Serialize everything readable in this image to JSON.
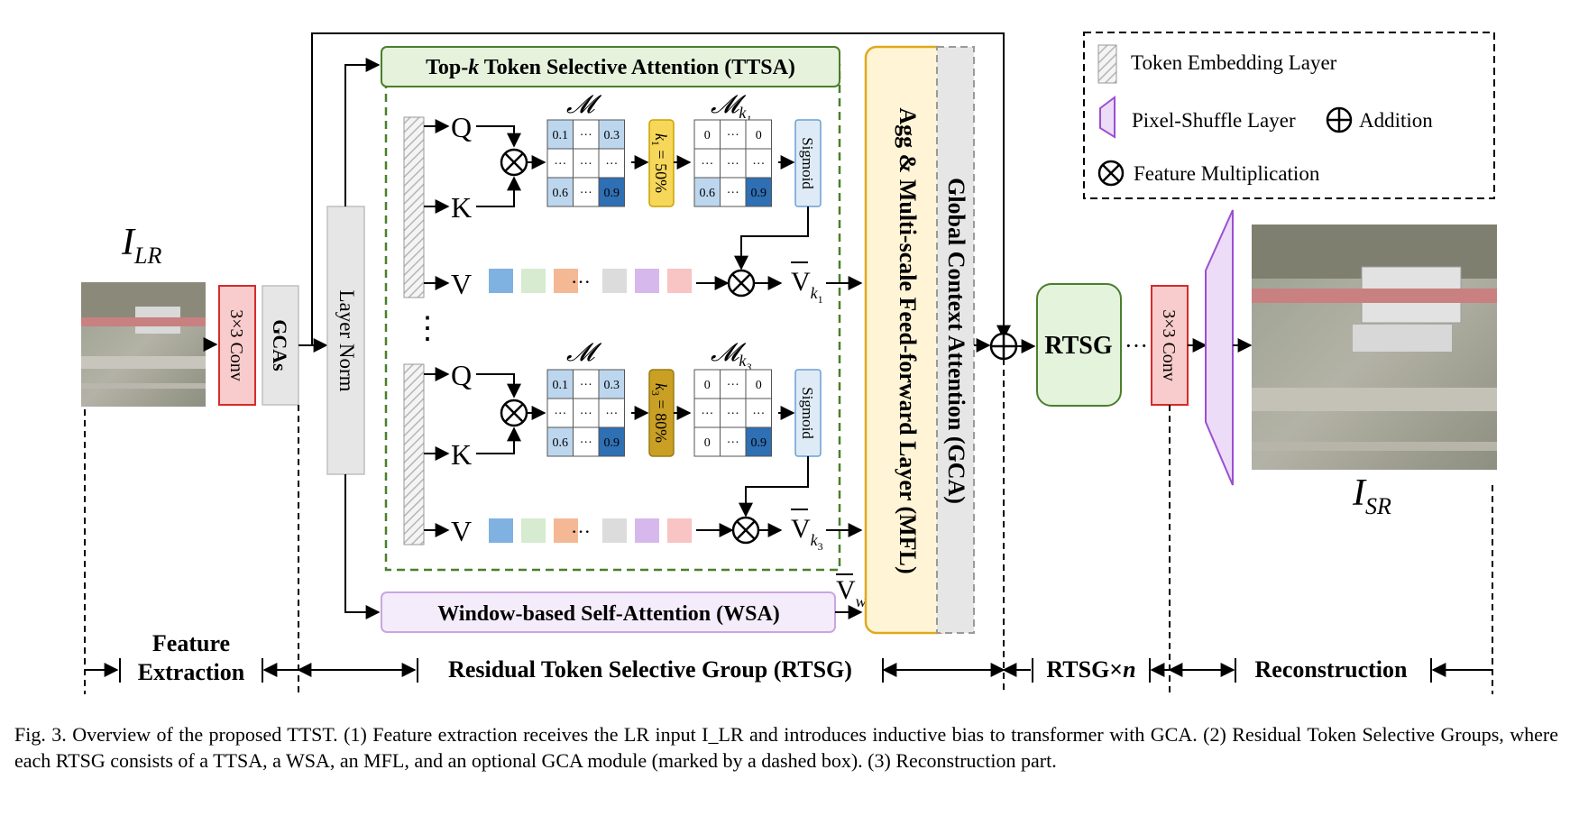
{
  "figure": {
    "input_label": "I",
    "input_sub": "LR",
    "output_label": "I",
    "output_sub": "SR",
    "conv_label": "3×3 Conv",
    "gcas_label": "GCAs",
    "layer_norm_label": "Layer Norm",
    "ttsa_title_pre": "Top-",
    "ttsa_title_k": "k",
    "ttsa_title_post": " Token Selective Attention (TTSA)",
    "wsa_title": "Window-based Self-Attention (WSA)",
    "mfl_label": "Agg & Multi-scale Feed-forward Layer (MFL)",
    "gca_label": "Global Context Attention (GCA)",
    "rtsg_block_label": "RTSG",
    "q_label": "Q",
    "k_label": "K",
    "v_label": "V",
    "sigmoid_label": "Sigmoid",
    "vertical_dots": "⋮",
    "ellipsis": "···",
    "vw_sub": "w",
    "branches": [
      {
        "m_label": "𝓜",
        "mk_sub": "k",
        "mk_subsub": "1",
        "k_tag": "k",
        "k_tag_sub": "1",
        "k_tag_value": " = 50%",
        "m_cells": [
          "0.1",
          "···",
          "0.3",
          "···",
          "···",
          "···",
          "0.6",
          "···",
          "0.9"
        ],
        "mk_cells": [
          "0",
          "···",
          "0",
          "···",
          "···",
          "···",
          "0.6",
          "···",
          "0.9"
        ],
        "vk_sub": "k",
        "vk_subsub": "1"
      },
      {
        "m_label": "𝓜",
        "mk_sub": "k",
        "mk_subsub": "3",
        "k_tag": "k",
        "k_tag_sub": "3",
        "k_tag_value": " = 80%",
        "m_cells": [
          "0.1",
          "···",
          "0.3",
          "···",
          "···",
          "···",
          "0.6",
          "···",
          "0.9"
        ],
        "mk_cells": [
          "0",
          "···",
          "0",
          "···",
          "···",
          "···",
          "0",
          "···",
          "0.9"
        ],
        "vk_sub": "k",
        "vk_subsub": "3"
      }
    ],
    "legend": {
      "token_embedding": "Token Embedding Layer",
      "pixel_shuffle": "Pixel-Shuffle Layer",
      "addition": "Addition",
      "feature_mult": "Feature Multiplication"
    },
    "bottom": {
      "feature_extraction_1": "Feature",
      "feature_extraction_2": "Extraction",
      "rtsg_full": "Residual Token Selective Group (RTSG)",
      "rtsg_n": "RTSG×",
      "rtsg_n_italic": "n",
      "reconstruction": "Reconstruction"
    },
    "colors": {
      "conv_red": "#d62b2b",
      "conv_fill": "#f8cccc",
      "green_dash": "#4a7f2b",
      "ttsa_fill": "#e6f2dc",
      "wsa_border": "#c9a6e0",
      "wsa_fill": "#f5ecfb",
      "mfl_border": "#e0a91a",
      "mfl_fill": "#fff4d6",
      "gca_fill": "#e6e6e6",
      "rtsg_fill": "#e4f3dc",
      "pixel_shuffle": "#9b4fd1",
      "cell_light": "#bcd6ee",
      "cell_dark": "#2f6fb3",
      "sigmoid_fill": "#deebf7",
      "v_tokens": [
        "#7fb2e0",
        "#d6ebcf",
        "#f5b894",
        "#dcdcdc",
        "#d7b8ec",
        "#f8c4c4"
      ]
    }
  },
  "caption": "Fig. 3.    Overview of the proposed TTST. (1) Feature extraction receives the LR input I_LR and introduces inductive bias to transformer with GCA. (2) Residual Token Selective Groups, where each RTSG consists of a TTSA, a WSA, an MFL, and an optional GCA module (marked by a dashed box). (3) Reconstruction part."
}
